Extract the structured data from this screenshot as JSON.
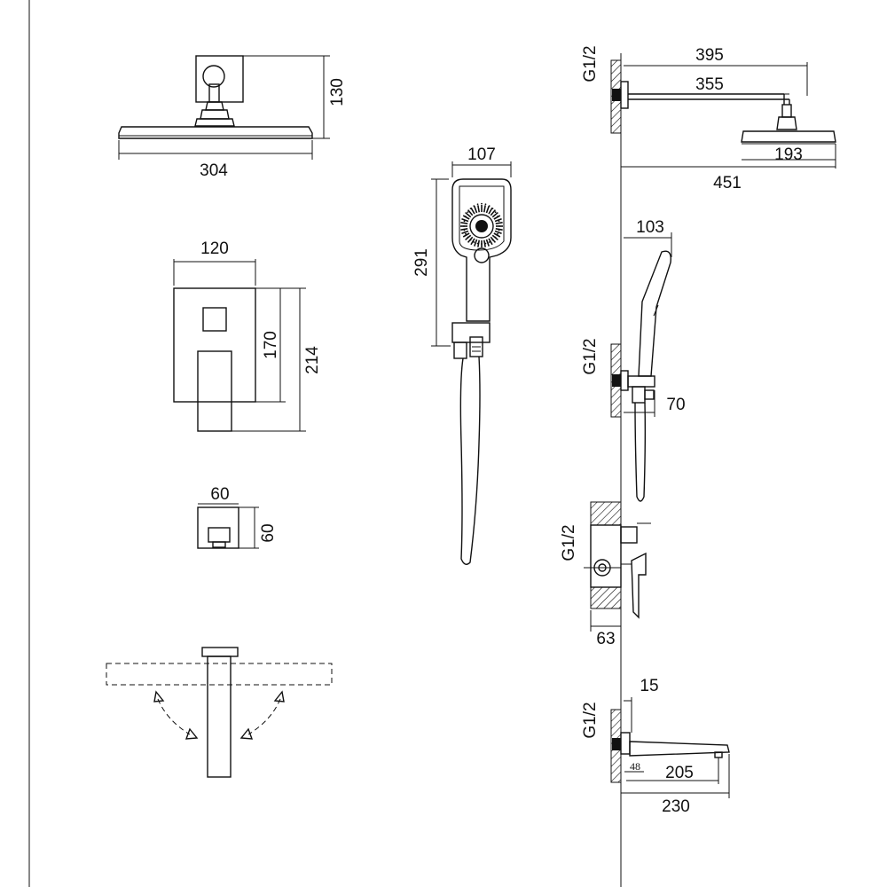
{
  "dimensions": {
    "rain_head_width": "304",
    "rain_head_height": "130",
    "mixer_width": "120",
    "mixer_plate_height": "170",
    "mixer_total_height": "214",
    "outlet_width": "60",
    "outlet_height": "60",
    "hand_shower_width": "107",
    "hand_shower_length": "291",
    "arm_length_total": "395",
    "arm_length_inner": "355",
    "head_diameter_side": "193",
    "head_reach": "451",
    "holder_reach": "103",
    "holder_depth": "70",
    "valve_depth": "63",
    "spout_offset": "15",
    "spout_small": "48",
    "spout_inner": "205",
    "spout_total": "230"
  },
  "thread_labels": {
    "arm": "G1/2",
    "holder": "G1/2",
    "valve": "G1/2",
    "spout": "G1/2"
  },
  "colors": {
    "line": "#111111",
    "background": "#ffffff"
  },
  "icons": [
    "rotation-arrow-icon"
  ]
}
